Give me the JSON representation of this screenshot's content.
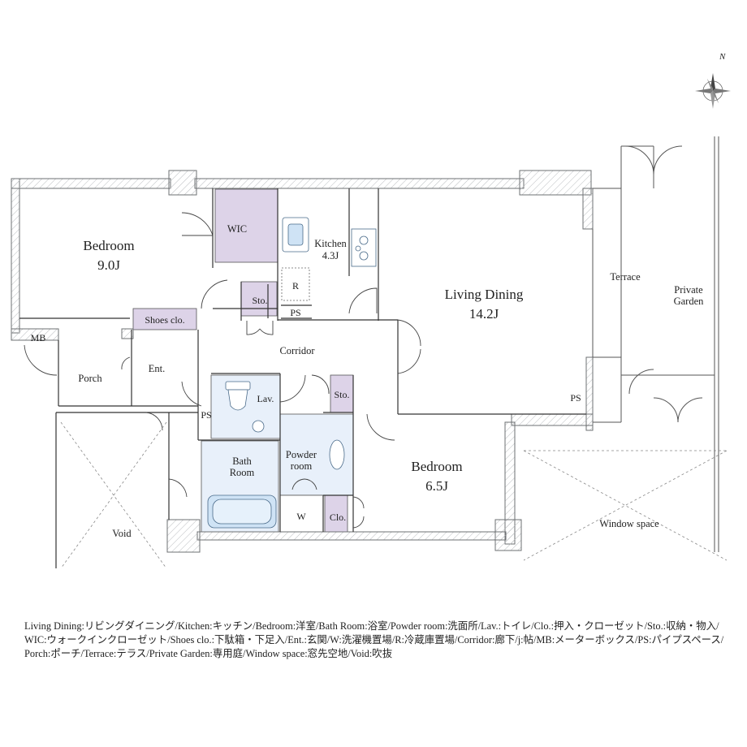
{
  "compass": {
    "north_label": "N"
  },
  "rooms": {
    "bedroom1": {
      "name": "Bedroom",
      "size": "9.0J"
    },
    "wic": "WIC",
    "kitchen": {
      "name": "Kitchen",
      "size": "4.3J"
    },
    "refrigerator": "R",
    "storage1": "Sto.",
    "ps1": "PS",
    "living": {
      "name": "Living Dining",
      "size": "14.2J"
    },
    "terrace": "Terrace",
    "private_garden": {
      "line1": "Private",
      "line2": "Garden"
    },
    "shoes_closet": "Shoes clo.",
    "mb": "MB",
    "corridor": "Corridor",
    "porch": "Porch",
    "entrance": "Ent.",
    "lavatory": "Lav.",
    "storage2": "Sto.",
    "ps2": "PS",
    "ps3": "PS",
    "bath": {
      "line1": "Bath",
      "line2": "Room"
    },
    "powder": {
      "line1": "Powder",
      "line2": "room"
    },
    "bedroom2": {
      "name": "Bedroom",
      "size": "6.5J"
    },
    "washer": "W",
    "closet": "Clo.",
    "void": "Void",
    "window_space": "Window space"
  },
  "legend": "Living Dining:リビングダイニング/Kitchen:キッチン/Bedroom:洋室/Bath Room:浴室/Powder room:洗面所/Lav.:トイレ/Clo.:押入・クローゼット/Sto.:収納・物入/WIC:ウォークインクローゼット/Shoes clo.:下駄箱・下足入/Ent.:玄関/W:洗濯機置場/R:冷蔵庫置場/Corridor:廊下/j:帖/MB:メーターボックス/PS:パイプスペース/Porch:ポーチ/Terrace:テラス/Private Garden:専用庭/Window space:窓先空地/Void:吹抜",
  "colors": {
    "wall": "#a9acaf",
    "wall_stroke": "#6e7073",
    "storage_fill": "#ddd3e8",
    "wet_fill": "#e8f0fa",
    "fixture_fill": "#cfe3f5",
    "line": "#333333"
  }
}
